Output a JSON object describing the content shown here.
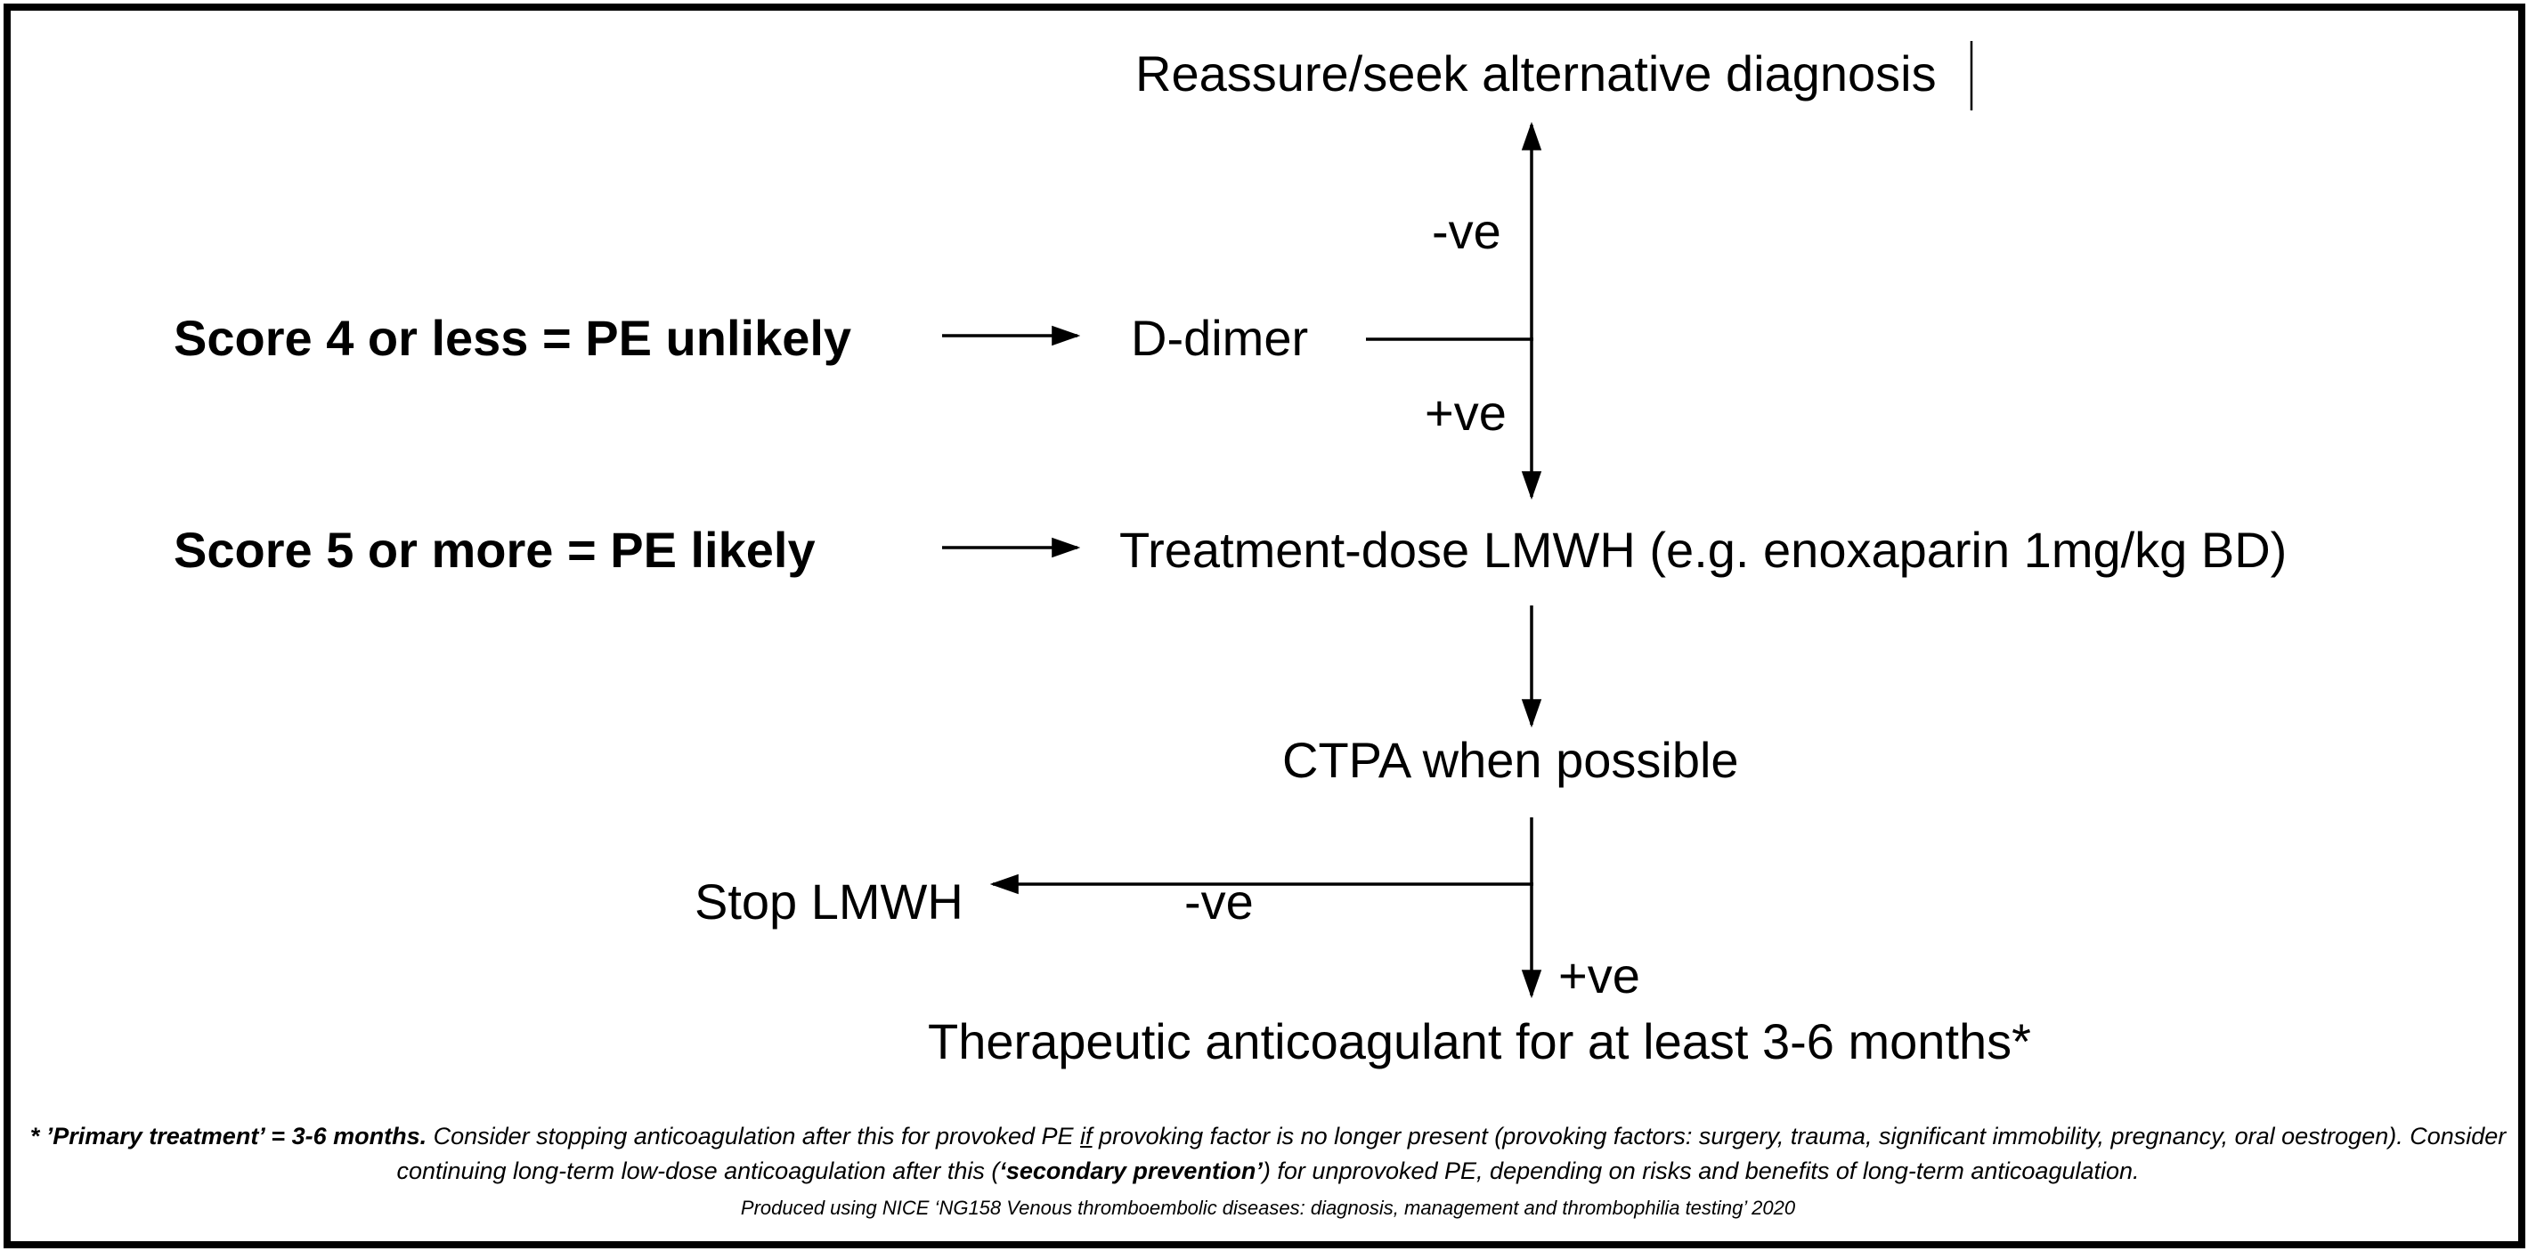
{
  "nodes": {
    "reassure": "Reassure/seek alternative diagnosis",
    "score_low": "Score 4 or less = PE unlikely",
    "score_high": "Score 5 or more = PE likely",
    "ddimer": "D-dimer",
    "lmwh": "Treatment-dose LMWH (e.g. enoxaparin 1mg/kg BD)",
    "ctpa": "CTPA when possible",
    "stop_lmwh": "Stop LMWH",
    "therapeutic": "Therapeutic anticoagulant for at least 3-6 months*"
  },
  "edge_labels": {
    "ddimer_neg": "-ve",
    "ddimer_pos": "+ve",
    "ctpa_neg": "-ve",
    "ctpa_pos": "+ve"
  },
  "footnote": {
    "bold_part": "* ’Primary treatment’ = 3-6 months.",
    "text_1": " Consider stopping anticoagulation after this for provoked PE ",
    "underlined": "if",
    "text_2": " provoking factor is no longer present (provoking factors: surgery, trauma, significant immobility, pregnancy, oral oestrogen). Consider continuing long-term low-dose anticoagulation after this (",
    "bold_term": "‘secondary prevention’",
    "text_3": ") for unprovoked PE, depending on risks and benefits of long-term anticoagulation.",
    "credit": "Produced using NICE ‘NG158 Venous thromboembolic diseases: diagnosis, management and thrombophilia testing’ 2020"
  }
}
